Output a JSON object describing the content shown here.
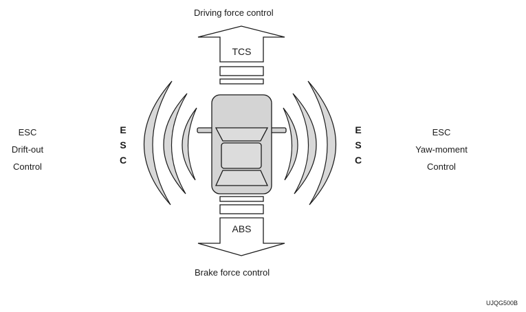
{
  "labels": {
    "top": "Driving force control",
    "bottom": "Brake force control",
    "tcs": "TCS",
    "abs": "ABS",
    "left": {
      "line1": "ESC",
      "line2": "Drift-out",
      "line3": "Control"
    },
    "right": {
      "line1": "ESC",
      "line2": "Yaw-moment",
      "line3": "Control"
    },
    "esc_vertical_left": [
      "E",
      "S",
      "C"
    ],
    "esc_vertical_right": [
      "E",
      "S",
      "C"
    ],
    "figure_code": "UJQG500B"
  },
  "colors": {
    "stroke": "#1a1a1a",
    "arc_fill": "#d8d8d8",
    "car_body": "#d4d4d4",
    "car_glass": "#dcdcdc",
    "background": "#ffffff"
  }
}
